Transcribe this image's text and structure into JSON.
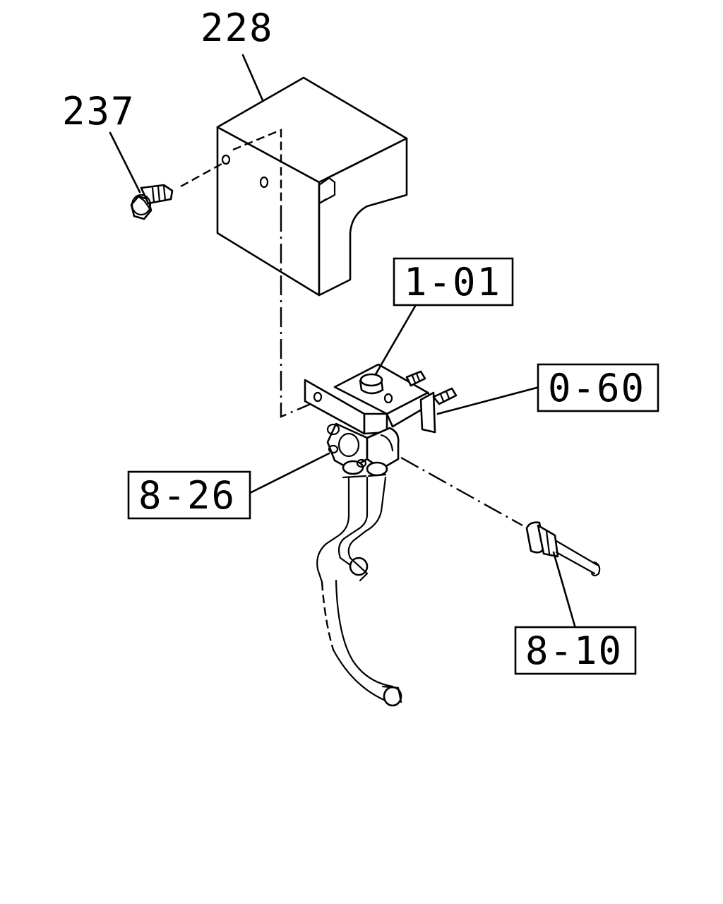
{
  "callouts": {
    "c228": "228",
    "c237": "237",
    "c101": "1-01",
    "c060": "0-60",
    "c826": "8-26",
    "c810": "8-10"
  },
  "parts": [
    {
      "name": "cover",
      "callout": "228"
    },
    {
      "name": "flange-bolt",
      "callout": "237"
    },
    {
      "name": "valve-assembly",
      "callout": "1-01"
    },
    {
      "name": "bracket-studs",
      "callout": "0-60"
    },
    {
      "name": "hose",
      "callout": "8-26"
    },
    {
      "name": "harness-connector",
      "callout": "8-10"
    }
  ]
}
